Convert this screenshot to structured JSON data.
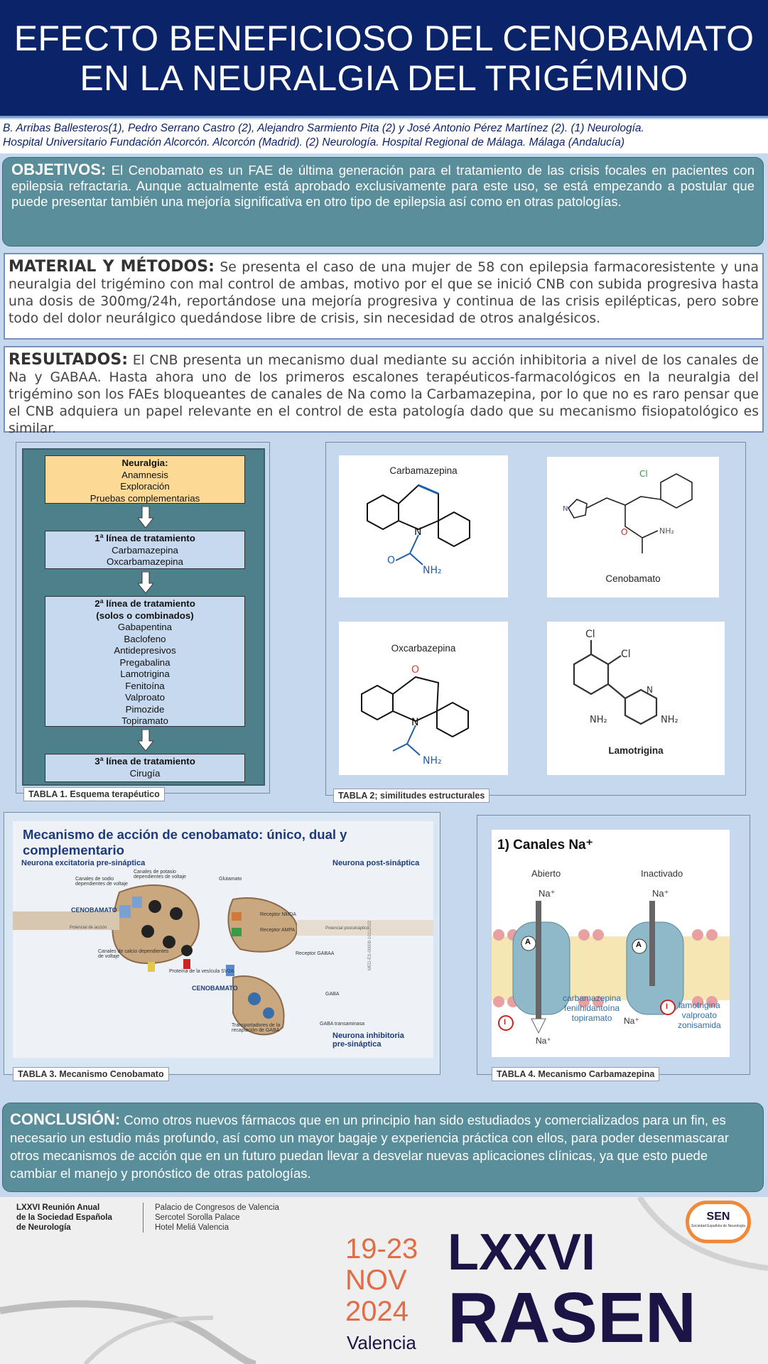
{
  "header": {
    "title_line1": "EFECTO BENEFICIOSO DEL CENOBAMATO",
    "title_line2": "EN LA NEURALGIA DEL TRIGÉMINO",
    "authors_line1": "B. Arribas Ballesteros(1), Pedro Serrano Castro (2), Alejandro Sarmiento Pita (2) y José Antonio Pérez Martínez (2). (1) Neurología.",
    "authors_line2": "Hospital Universitario Fundación Alcorcón. Alcorcón (Madrid). (2) Neurología. Hospital Regional de Málaga. Málaga (Andalucía)"
  },
  "objetivos": {
    "heading": "OBJETIVOS:",
    "text": "El Cenobamato es un FAE de última generación para el tratamiento de las crisis focales en pacientes con epilepsia refractaria. Aunque actualmente está aprobado exclusivamente para este uso, se está empezando a postular que puede presentar también una mejoría significativa en otro tipo de epilepsia así como en otras patologías."
  },
  "material": {
    "heading": "MATERIAL Y MÉTODOS:",
    "text": "Se presenta el caso de una mujer de 58 con epilepsia farmacoresistente y una neuralgia del trigémino con mal control de ambas, motivo por el que se inició CNB con subida progresiva hasta una dosis de 300mg/24h, reportándose una mejoría progresiva y continua de las crisis epilépticas, pero sobre todo del dolor neurálgico quedándose libre de crisis, sin necesidad de otros analgésicos."
  },
  "resultados": {
    "heading": "RESULTADOS:",
    "text": "El CNB presenta un mecanismo dual mediante su acción inhibitoria a nivel de los canales de Na y GABAA. Hasta ahora uno de los primeros escalones terapéuticos-farmacológicos en la neuralgia del trigémino son los FAEs bloqueantes de canales de Na como la Carbamazepina, por lo que no es raro pensar que el CNB adquiera un papel relevante en el control de esta patología dado que su mecanismo fisiopatológico es similar."
  },
  "tabla1": {
    "caption": "TABLA 1. Esquema terapéutico",
    "box1": {
      "head": "Neuralgia:",
      "items": [
        "Anamnesis",
        "Exploración",
        "Pruebas complementarias"
      ]
    },
    "box2": {
      "head": "1ª línea de tratamiento",
      "items": [
        "Carbamazepina",
        "Oxcarbamazepina"
      ]
    },
    "box3": {
      "head": "2ª línea de tratamiento",
      "head2": "(solos o combinados)",
      "items": [
        "Gabapentina",
        "Baclofeno",
        "Antidepresivos",
        "Pregabalina",
        "Lamotrigina",
        "Fenitoína",
        "Valproato",
        "Pimozide",
        "Topiramato"
      ]
    },
    "box4": {
      "head": "3ª línea de tratamiento",
      "items": [
        "Cirugía"
      ]
    }
  },
  "tabla2": {
    "caption": "TABLA 2; similitudes estructurales",
    "mol1": "Carbamazepina",
    "mol2": "Cenobamato",
    "mol3": "Oxcarbazepina",
    "mol4": "Lamotrigina",
    "labels": {
      "nh2": "NH₂",
      "cl": "Cl",
      "n": "N",
      "o": "O"
    }
  },
  "tabla3": {
    "caption": "TABLA 3. Mecanismo Cenobamato",
    "title": "Mecanismo de acción de cenobamato: único, dual y complementario",
    "pre": "Neurona excitatoria pre-sináptica",
    "post": "Neurona post-sináptica",
    "inhib": "Neurona inhibitoria pre-sináptica",
    "labels": {
      "sodio": "Canales de sodio dependientes de voltaje",
      "potasio": "Canales de potasio dependientes de voltaje",
      "glutamato": "Glutamato",
      "nmda": "Receptor NMDA",
      "ampa": "Receptor AMPA",
      "cenobamato1": "CENOBAMATO",
      "cenobamato2": "CENOBAMATO",
      "potencial": "Potencial de acción",
      "postsinaptico": "Potencial postsináptico",
      "calcio": "Canales de calcio dependientes de voltaje",
      "sv2a": "Proteína de la vesícula SV2A",
      "gabaa": "Receptor GABAA",
      "gaba": "GABA",
      "transportadores": "Transportadores de la recaptación de GABA",
      "transaminasa": "GABA transaminasa",
      "code": "MED-ES-00009-10112022"
    }
  },
  "tabla4": {
    "caption": "TABLA 4. Mecanismo Carbamazepina",
    "title": "1)  Canales Na⁺",
    "abierto": "Abierto",
    "inactivado": "Inactivado",
    "na": "Na⁺",
    "drugs_left": [
      "carbamazepina",
      "fenilhidantoína",
      "topiramato"
    ],
    "drugs_right": [
      "lamotrigina",
      "valproato",
      "zonisamida"
    ],
    "a": "A",
    "i": "I"
  },
  "conclusion": {
    "heading": "CONCLUSIÓN:",
    "text": "Como otros nuevos fármacos que en un principio han sido estudiados y comercializados para un fin, es necesario un estudio más profundo, así como un mayor bagaje y experiencia práctica con ellos, para poder desenmascarar otros mecanismos de acción que en un futuro puedan llevar a desvelar nuevas aplicaciones clínicas, ya que esto puede cambiar el manejo y pronóstico de otras patologías."
  },
  "footer": {
    "org": [
      "LXXVI Reunión Anual",
      "de la Sociedad Española",
      "de Neurología"
    ],
    "venue": [
      "Palacio de Congresos de Valencia",
      "Sercotel Sorolla Palace",
      "Hotel Meliá Valencia"
    ],
    "dates": "19-23",
    "month": "NOV",
    "year": "2024",
    "city": "Valencia",
    "big1": "LXXVI",
    "big2": "RASEN",
    "sen": "SEN",
    "sen_sub": "Sociedad Española de Neurología"
  },
  "colors": {
    "navy": "#0b2469",
    "teal": "#5b8e9b",
    "bg": "#c5d8ee",
    "orange": "#e06d45",
    "yellow": "#fcd995"
  }
}
